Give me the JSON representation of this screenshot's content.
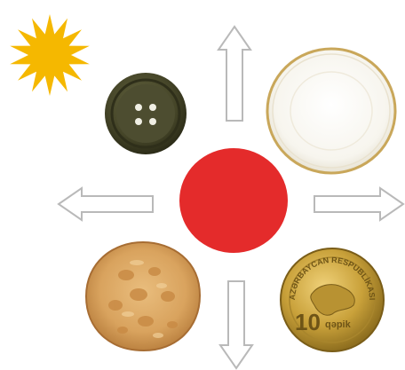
{
  "figure": {
    "colors": {
      "sun": "#f5b800",
      "center_disc": "#e42b2b",
      "arrow_stroke": "#b9b9b9",
      "arrow_fill": "#ffffff",
      "button": "#4a4a2e",
      "plate_rim": "#c9a75a",
      "cookie": "#d9a35e",
      "coin": "#c9a13a"
    },
    "icons": {
      "sun": "sun-icon",
      "button": "sewing-button-icon",
      "plate": "plate-icon",
      "cookie": "round-bread-icon",
      "coin": "coin-icon"
    },
    "coin": {
      "rim_text": "AZƏRBAYCAN RESPUBLİKASI",
      "value": "10",
      "unit": "qəpik"
    }
  }
}
